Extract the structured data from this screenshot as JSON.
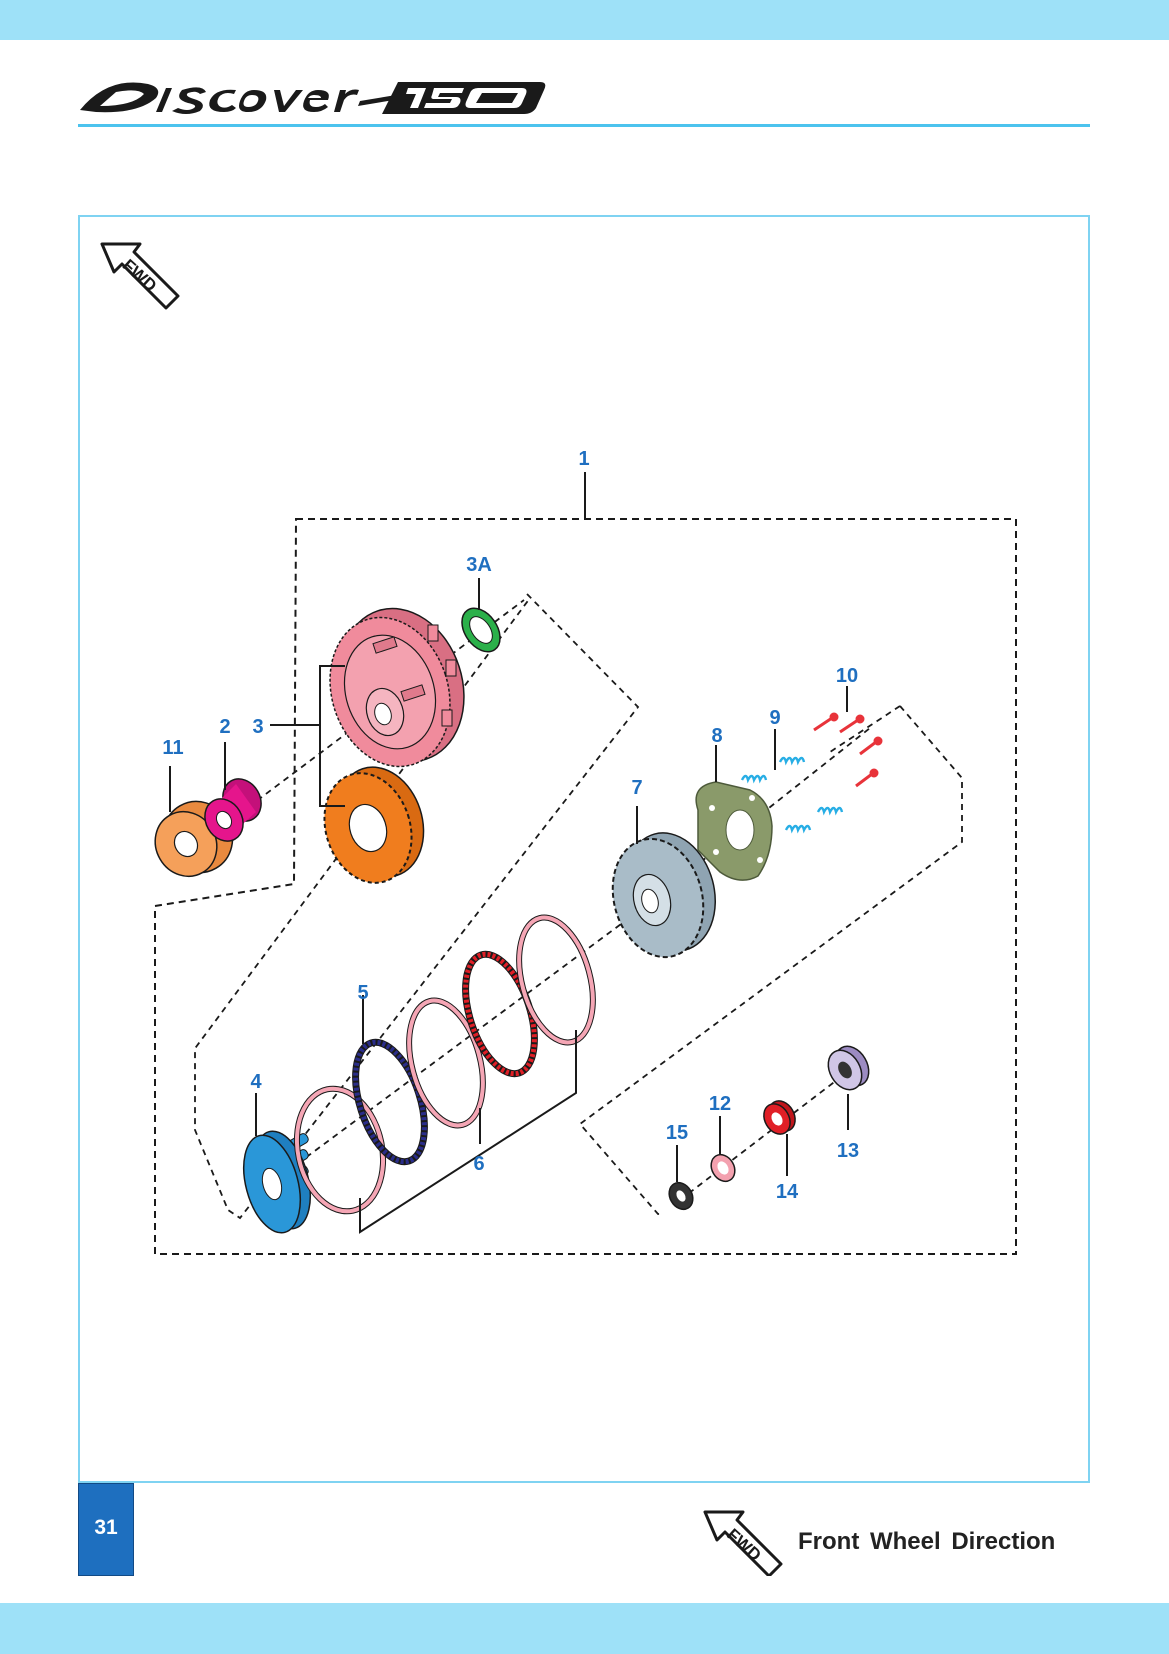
{
  "header": {
    "logo_text": "Discover 150"
  },
  "fwd_badge": {
    "label": "FWD",
    "icon": "fwd-arrow-icon"
  },
  "diagram": {
    "callouts": {
      "c1": "1",
      "c2": "2",
      "c3": "3",
      "c3a": "3A",
      "c4": "4",
      "c5": "5",
      "c6": "6",
      "c7": "7",
      "c8": "8",
      "c9": "9",
      "c10": "10",
      "c11": "11",
      "c12": "12",
      "c13": "13",
      "c14": "14",
      "c15": "15"
    },
    "colors": {
      "clutch_housing": "#f08b9c",
      "primary_gear": "#f07d1e",
      "bush": "#e5158c",
      "washer_11": "#f5a05a",
      "washer_3a": "#2bb04a",
      "pressure_plate": "#2a97d8",
      "friction_plate_5": "#2a2d8a",
      "plain_plates": "#f5a6b5",
      "friction_plate_red": "#e01f26",
      "clutch_hub": "#a9bcc8",
      "lifter_plate": "#8a9a6a",
      "springs": "#28aee5",
      "bolts": "#e8333a",
      "bearing": "#b9a9d6",
      "nut": "#e01f26"
    }
  },
  "footer": {
    "page_number": "31",
    "legend_label": "Front Wheel Direction",
    "legend_icon_label": "FWD"
  }
}
